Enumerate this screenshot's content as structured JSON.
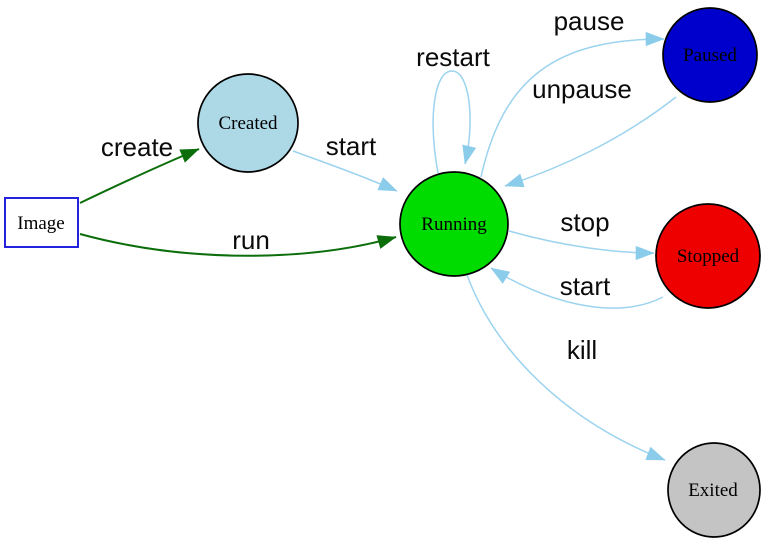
{
  "diagram": {
    "title": "container-lifecycle-state-diagram",
    "background": "#ffffff",
    "colors": {
      "edge_blue": "#9cd3ef",
      "edge_blue_arrow": "#8accea",
      "edge_green": "#0b6e0b",
      "node_border": "#000000",
      "image_border": "#2323dd",
      "image_fill": "#ffffff",
      "created_fill": "#add8e6",
      "running_fill": "#00dc00",
      "paused_fill": "#0000cd",
      "stopped_fill": "#ee0000",
      "exited_fill": "#c4c4c4",
      "label_color": "#0b0b0b"
    },
    "nodes": [
      {
        "id": "image",
        "label": "Image",
        "shape": "rect",
        "fill": "#ffffff"
      },
      {
        "id": "created",
        "label": "Created",
        "shape": "ellipse",
        "fill": "#add8e6"
      },
      {
        "id": "running",
        "label": "Running",
        "shape": "ellipse",
        "fill": "#00dc00"
      },
      {
        "id": "paused",
        "label": "Paused",
        "shape": "ellipse",
        "fill": "#0000cd"
      },
      {
        "id": "stopped",
        "label": "Stopped",
        "shape": "ellipse",
        "fill": "#ee0000"
      },
      {
        "id": "exited",
        "label": "Exited",
        "shape": "ellipse",
        "fill": "#c4c4c4"
      }
    ],
    "edges": [
      {
        "from": "image",
        "to": "created",
        "label": "create",
        "color": "dark-green"
      },
      {
        "from": "image",
        "to": "running",
        "label": "run",
        "color": "dark-green"
      },
      {
        "from": "created",
        "to": "running",
        "label": "start",
        "color": "light-blue"
      },
      {
        "from": "running",
        "to": "running",
        "label": "restart",
        "color": "light-blue"
      },
      {
        "from": "running",
        "to": "paused",
        "label": "pause",
        "color": "light-blue"
      },
      {
        "from": "paused",
        "to": "running",
        "label": "unpause",
        "color": "light-blue"
      },
      {
        "from": "running",
        "to": "stopped",
        "label": "stop",
        "color": "light-blue"
      },
      {
        "from": "stopped",
        "to": "running",
        "label": "start",
        "color": "light-blue"
      },
      {
        "from": "running",
        "to": "exited",
        "label": "kill",
        "color": "light-blue"
      }
    ]
  }
}
